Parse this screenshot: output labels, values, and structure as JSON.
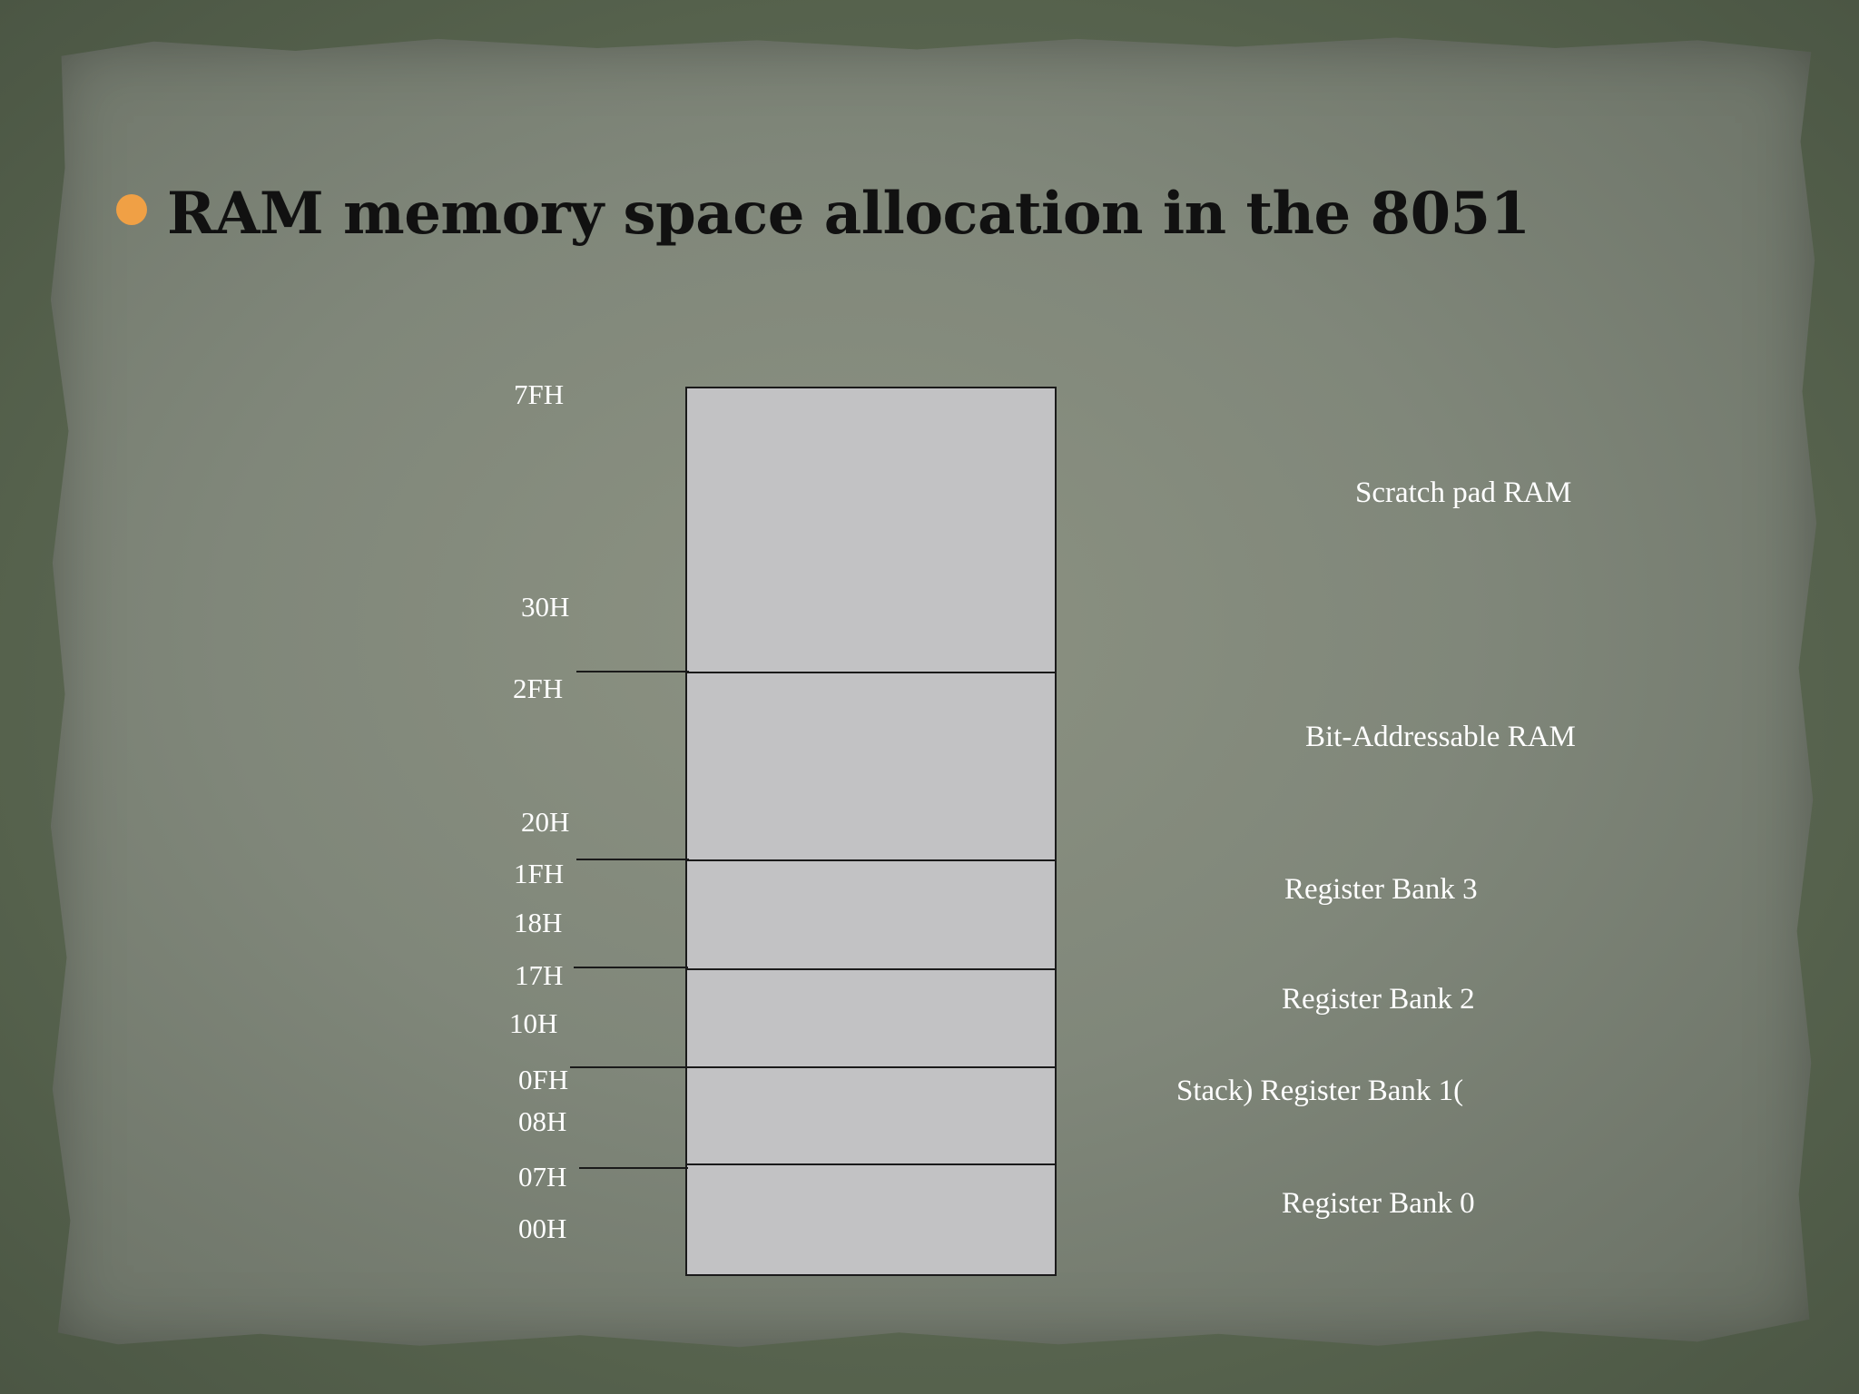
{
  "slide": {
    "title": "RAM memory space allocation in the 8051",
    "bullet_color": "#f0a045"
  },
  "memory_map": {
    "addresses": {
      "a7FH": "7FH",
      "a30H": "30H",
      "a2FH": "2FH",
      "a20H": "20H",
      "a1FH": "1FH",
      "a18H": "18H",
      "a17H": "17H",
      "a10H": "10H",
      "a0FH": "0FH",
      "a08H": "08H",
      "a07H": "07H",
      "a00H": "00H"
    },
    "regions": {
      "scratch_pad": "Scratch pad RAM",
      "bit_addressable": "Bit-Addressable RAM",
      "bank3": "Register Bank 3",
      "bank2": "Register Bank 2",
      "bank1": "Stack)  Register Bank 1(",
      "bank0": "Register Bank 0"
    },
    "block_color": "#c2c2c4"
  }
}
